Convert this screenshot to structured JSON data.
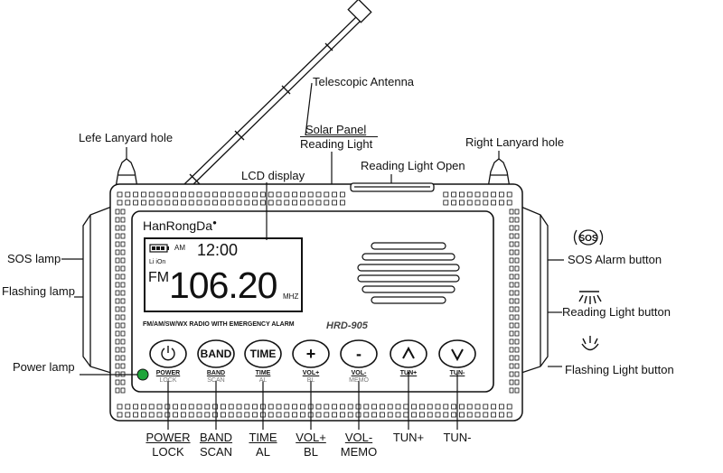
{
  "callouts": {
    "antenna": "Telescopic Antenna",
    "solar_panel": "Solar Panel",
    "reading_light": "Reading Light",
    "left_lanyard": "Lefe Lanyard hole",
    "right_lanyard": "Right Lanyard hole",
    "lcd_display": "LCD display",
    "reading_light_open": "Reading Light Open",
    "sos_lamp": "SOS lamp",
    "flashing_lamp": "Flashing lamp",
    "power_lamp": "Power lamp",
    "sos_alarm_button": "SOS Alarm button",
    "reading_light_button": "Reading Light button",
    "flashing_light_button": "Flashing Light button"
  },
  "device": {
    "brand": "HanRongDa",
    "model": "HRD-905",
    "tagline": "FM/AM/SW/WX RADIO WITH EMERGENCY ALARM",
    "sos_icon_text": "SOS"
  },
  "lcd": {
    "am_label": "AM",
    "clock": "12:00",
    "battery_label": "Li iOn",
    "band": "FM",
    "frequency": "106.20",
    "unit": "MHZ"
  },
  "buttons": [
    {
      "face": "",
      "label1": "POWER",
      "label2": "LOCK"
    },
    {
      "face": "BAND",
      "label1": "BAND",
      "label2": "SCAN"
    },
    {
      "face": "TIME",
      "label1": "TIME",
      "label2": "AL"
    },
    {
      "face": "+",
      "label1": "VOL+",
      "label2": "BL"
    },
    {
      "face": "-",
      "label1": "VOL-",
      "label2": "MEMO"
    },
    {
      "face": "^",
      "label1": "TUN+",
      "label2": ""
    },
    {
      "face": "v",
      "label1": "TUN-",
      "label2": ""
    }
  ],
  "bottom_labels": [
    {
      "line1": "POWER",
      "line2": "LOCK"
    },
    {
      "line1": "BAND",
      "line2": "SCAN"
    },
    {
      "line1": "TIME",
      "line2": "AL"
    },
    {
      "line1": "VOL+",
      "line2": "BL"
    },
    {
      "line1": "VOL-",
      "line2": "MEMO"
    },
    {
      "line1": "TUN+",
      "line2": ""
    },
    {
      "line1": "TUN-",
      "line2": ""
    }
  ],
  "colors": {
    "power_lamp": "#1fa53a",
    "line": "#111111",
    "panel": "#ffffff"
  }
}
